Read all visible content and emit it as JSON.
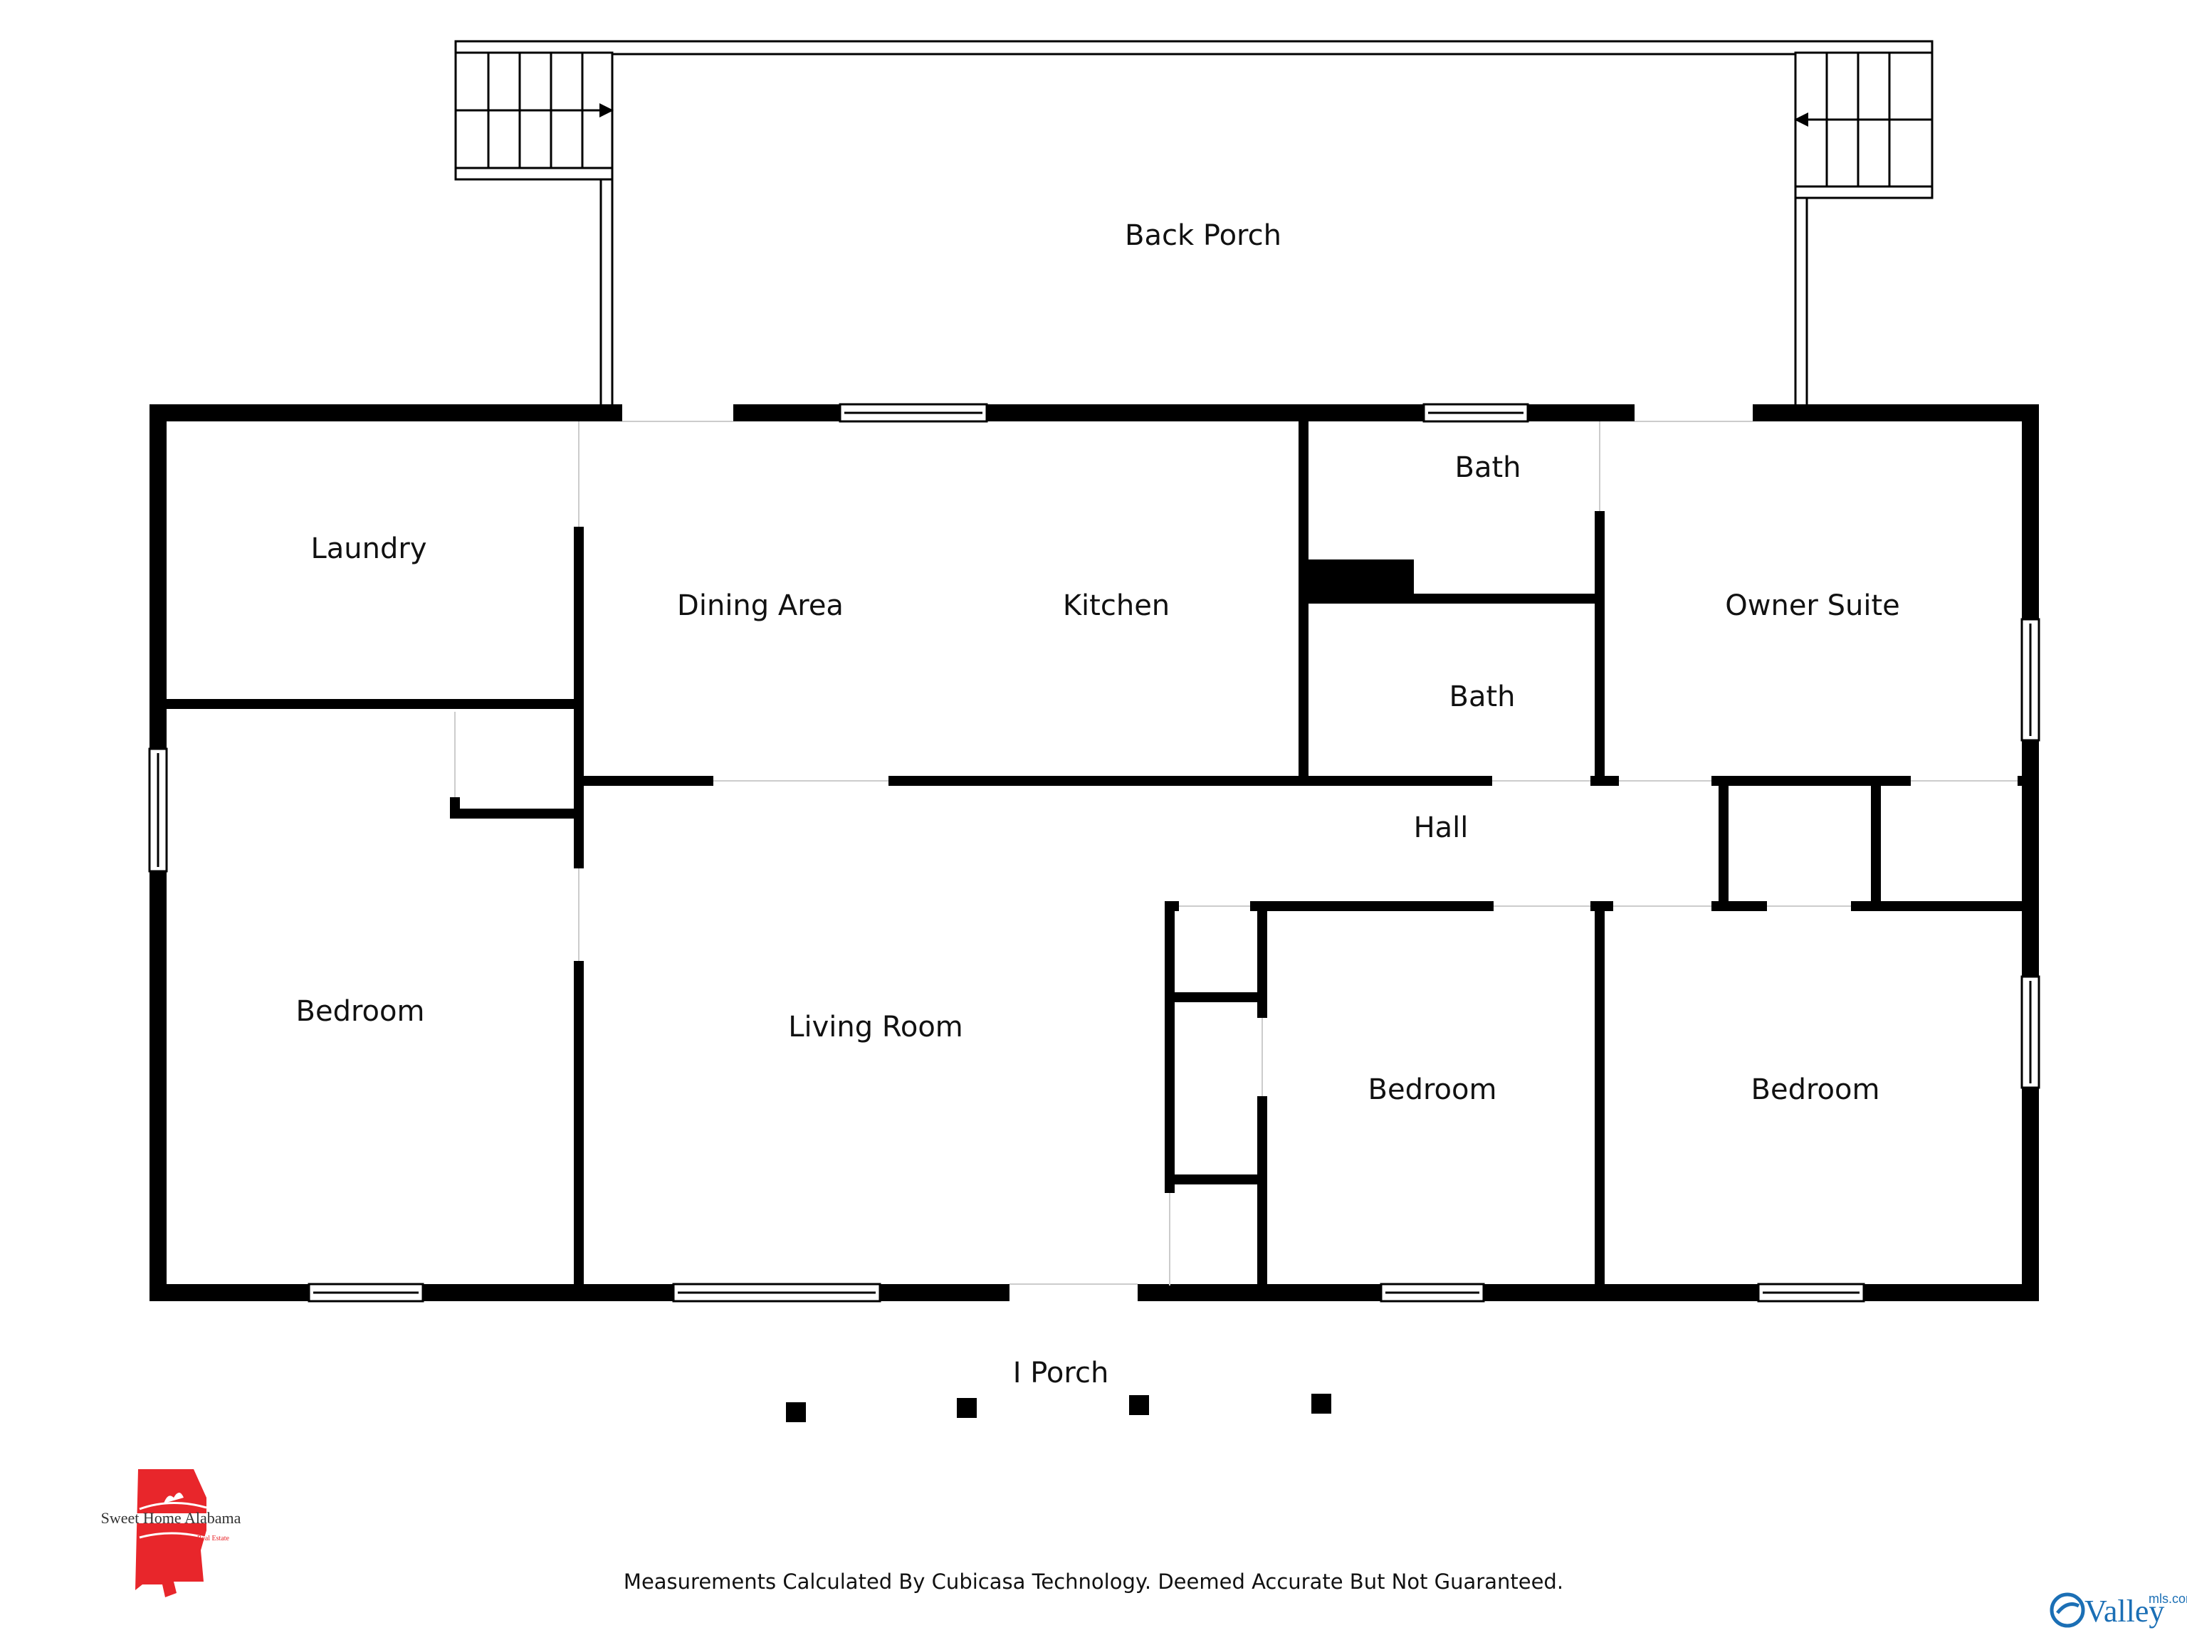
{
  "rooms": {
    "back_porch": "Back Porch",
    "laundry": "Laundry",
    "dining_area": "Dining Area",
    "kitchen": "Kitchen",
    "bath_upper": "Bath",
    "bath_lower": "Bath",
    "owner_suite": "Owner Suite",
    "hall": "Hall",
    "bedroom_left": "Bedroom",
    "living_room": "Living Room",
    "bedroom_middle": "Bedroom",
    "bedroom_right": "Bedroom",
    "front_porch": "I Porch"
  },
  "footer": {
    "disclaimer": "Measurements Calculated By Cubicasa Technology. Deemed Accurate But Not Guaranteed."
  },
  "branding": {
    "agency_name": "Sweet Home Alabama",
    "agency_sub": "Real Estate",
    "mls_name": "Valley",
    "mls_domain": "mls.com"
  },
  "colors": {
    "wall": "#000000",
    "logo_red": "#e8262b",
    "mls_blue": "#1b6fb5"
  },
  "icons": {
    "agency_logo": "alabama-state-outline-icon",
    "mls_logo": "valley-mls-logo-icon"
  }
}
